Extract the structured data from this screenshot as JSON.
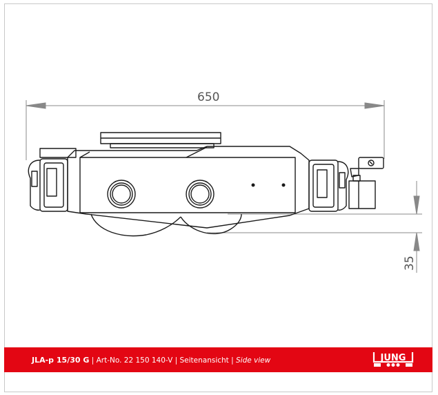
{
  "drawing": {
    "dimension_length": "650",
    "dimension_height": "35"
  },
  "footer": {
    "model": "JLA-p 15/30 G",
    "sep1": " | ",
    "art_no": "Art-No. 22 150 140-V",
    "sep2": " | ",
    "view_de": "Seitenansicht",
    "sep3": " | ",
    "view_en": "Side view",
    "logo_text": "JUNG"
  },
  "colors": {
    "accent": "#e30613",
    "line": "#1a1a1a",
    "dimension": "#888888"
  }
}
